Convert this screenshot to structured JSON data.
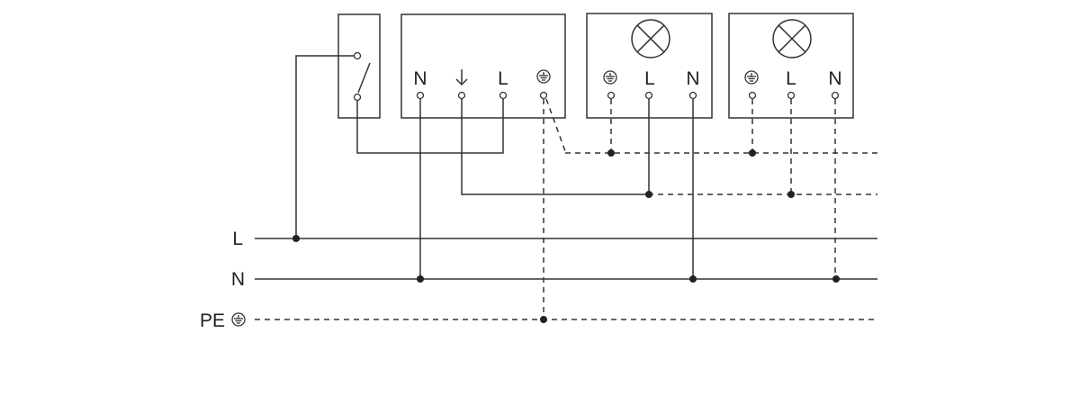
{
  "bus_labels": {
    "l": "L",
    "n": "N",
    "pe": "PE"
  },
  "timer_terminals": {
    "n": "N",
    "arrow": "↓",
    "l": "L"
  },
  "lamp1_terminals": {
    "l": "L",
    "n": "N"
  },
  "lamp2_terminals": {
    "l": "L",
    "n": "N"
  },
  "icons": [
    "switch-symbol",
    "earth-icon",
    "lamp-icon",
    "arrow-down-icon"
  ],
  "colors": {
    "line": "#333333",
    "text": "#222222",
    "background": "#ffffff"
  }
}
